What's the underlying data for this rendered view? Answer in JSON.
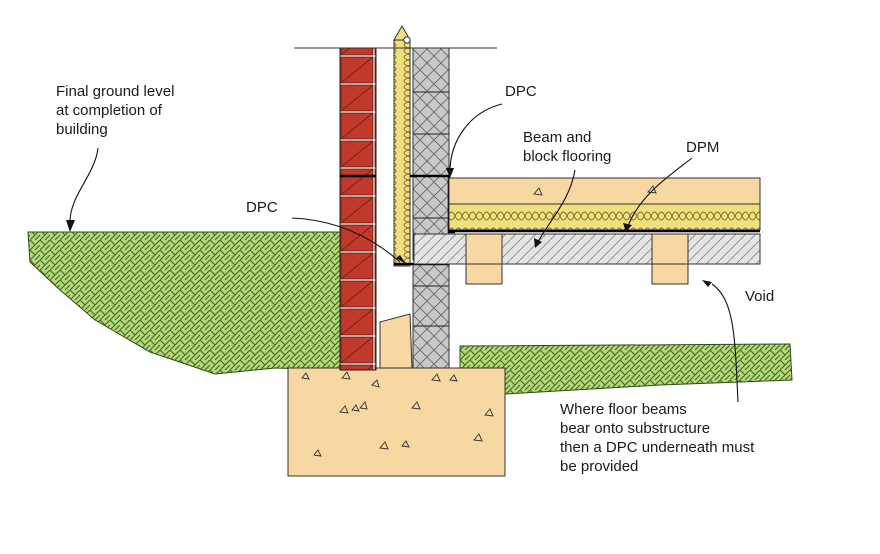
{
  "labels": {
    "final_ground_level": [
      "Final ground level",
      "at completion of",
      "building"
    ],
    "dpc_upper": "DPC",
    "beam_block": [
      "Beam and",
      "block flooring"
    ],
    "dpm": "DPM",
    "dpc_lower": "DPC",
    "void": "Void",
    "note": [
      "Where floor beams",
      "bear onto substructure",
      "then a DPC underneath must",
      "be provided"
    ]
  },
  "colors": {
    "ground": "#b5d77a",
    "ground_pattern": "#3f6b22",
    "brick": "#c0392b",
    "block": "#c8c8c8",
    "insulation": "#f0df7e",
    "concrete": "#f7d7a2",
    "screed_slab": "#e4e4e4"
  }
}
